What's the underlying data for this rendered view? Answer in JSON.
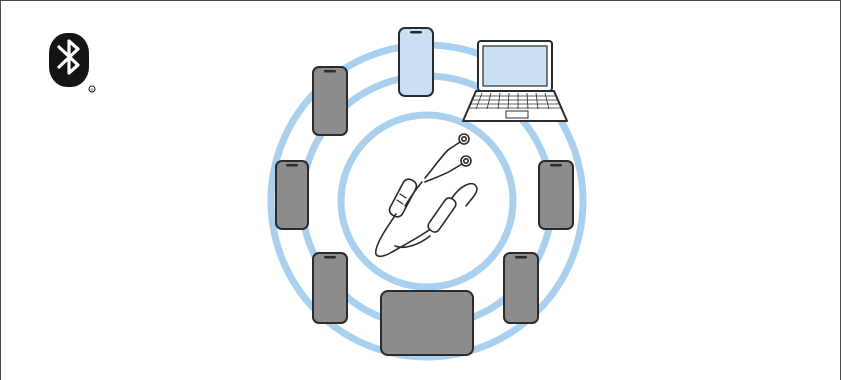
{
  "illustration": {
    "bluetooth_logo": {
      "icon": "bluetooth-icon",
      "mark": "®"
    },
    "rings": {
      "color": "#a9d0ef",
      "count": 3
    },
    "devices": [
      {
        "name": "phone-top",
        "kind": "phone",
        "state": "highlighted"
      },
      {
        "name": "laptop",
        "kind": "laptop",
        "state": "highlighted"
      },
      {
        "name": "phone-upper-left",
        "kind": "phone",
        "state": "inactive"
      },
      {
        "name": "phone-left",
        "kind": "phone",
        "state": "inactive"
      },
      {
        "name": "phone-lower-left",
        "kind": "phone",
        "state": "inactive"
      },
      {
        "name": "tablet-bottom",
        "kind": "tablet",
        "state": "inactive"
      },
      {
        "name": "phone-lower-right",
        "kind": "phone",
        "state": "inactive"
      },
      {
        "name": "phone-right",
        "kind": "phone",
        "state": "inactive"
      }
    ],
    "center_item": {
      "icon": "earphones-icon"
    },
    "colors": {
      "inactive_screen": "#8c8c8c",
      "highlighted_screen": "#c9dff3",
      "outline": "#2b2b2b",
      "ring": "#a9d0ef"
    }
  }
}
